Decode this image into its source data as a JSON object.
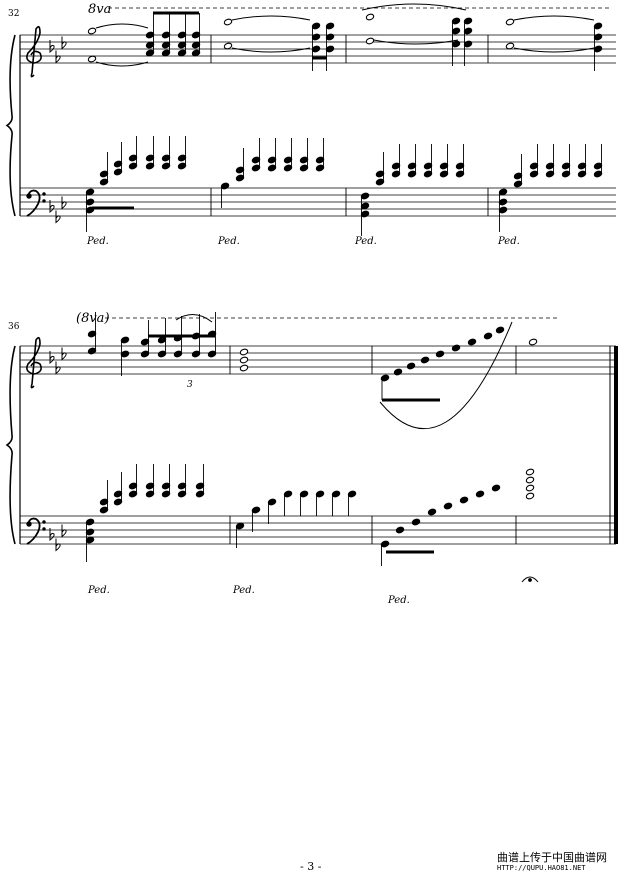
{
  "page": {
    "number_label": "- 3 -",
    "watermark_line1": "曲谱上传于中国曲谱网",
    "watermark_line2": "HTTP://QUPU.HAO81.NET"
  },
  "systems": [
    {
      "measure_start": "32",
      "ottava": "8va",
      "pedal_marks": [
        "Ped.",
        "Ped.",
        "Ped.",
        "Ped."
      ]
    },
    {
      "measure_start": "36",
      "ottava": "(8va)",
      "triplet_label": "3",
      "pedal_marks": [
        "Ped.",
        "Ped.",
        "Ped."
      ]
    }
  ]
}
